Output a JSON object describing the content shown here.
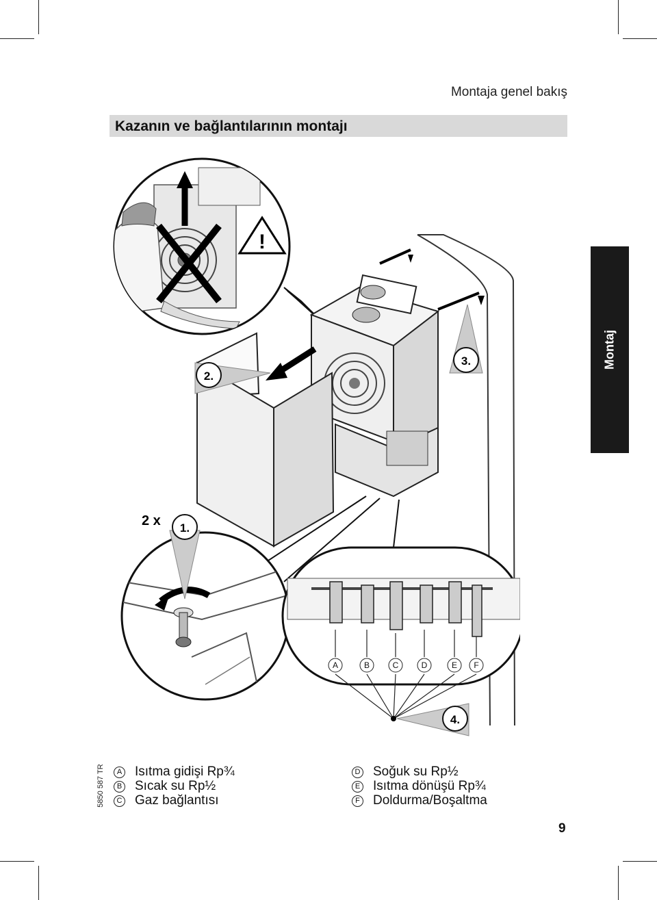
{
  "header": {
    "section_title": "Montaja genel bakış",
    "heading": "Kazanın ve bağlantılarının montajı"
  },
  "side_tab": {
    "label": "Montaj"
  },
  "document_number": "5850 587 TR",
  "illustration": {
    "step_labels": [
      "1.",
      "2.",
      "3.",
      "4."
    ],
    "quantity_label": "2 x",
    "connection_letters": [
      "A",
      "B",
      "C",
      "D",
      "E",
      "F"
    ],
    "warning_symbol": "!"
  },
  "legend": {
    "left": [
      {
        "letter": "A",
        "text": "Isıtma gidişi Rp¾"
      },
      {
        "letter": "B",
        "text": "Sıcak su Rp½"
      },
      {
        "letter": "C",
        "text": "Gaz bağlantısı"
      }
    ],
    "right": [
      {
        "letter": "D",
        "text": "Soğuk su Rp½"
      },
      {
        "letter": "E",
        "text": "Isıtma dönüşü Rp¾"
      },
      {
        "letter": "F",
        "text": "Doldurma/Boşaltma"
      }
    ]
  },
  "page_number": "9"
}
